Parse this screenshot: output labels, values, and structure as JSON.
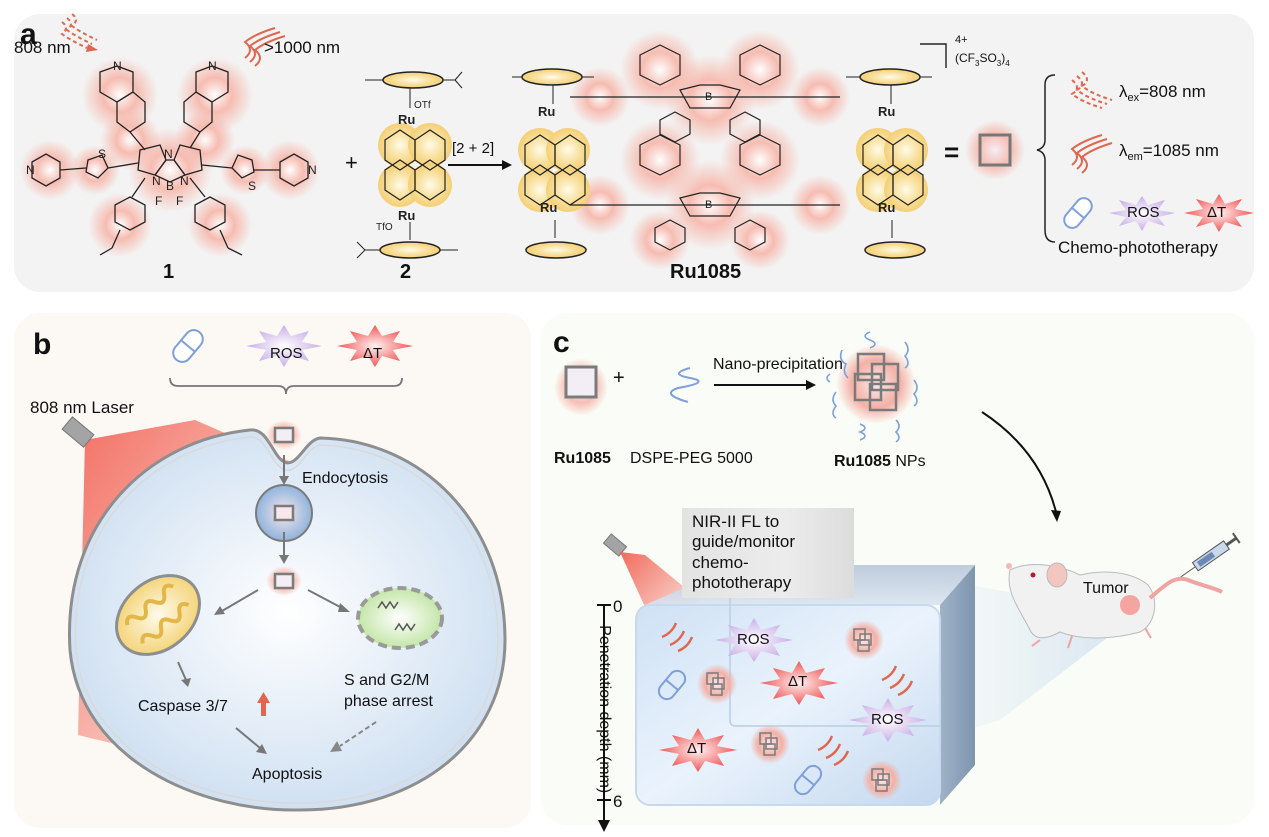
{
  "figure": {
    "panels": {
      "a": {
        "label": "a",
        "excitation_label": "808 nm",
        "emission_label": ">1000 nm",
        "compound_1_label": "1",
        "compound_2_label": "2",
        "product_label": "Ru1085",
        "reaction_label": "[2 + 2]",
        "plus": "+",
        "equals": "=",
        "charge": "4+",
        "counterion": "(CF3SO3)4−",
        "counterion_parts": {
          "base": "(CF",
          "s1": "3",
          "mid": "SO",
          "s2": "3",
          "close": ")",
          "sup": "−",
          "sub": "4"
        },
        "atoms": {
          "N": "N",
          "S": "S",
          "B": "B",
          "F": "F",
          "Ru": "Ru",
          "O": "O",
          "OTf": "OTf",
          "TfO": "TfO"
        },
        "properties": {
          "excitation": {
            "symbol": "λ",
            "sub": "ex",
            "value": "=808  nm"
          },
          "emission": {
            "symbol": "λ",
            "sub": "em",
            "value": "=1085  nm"
          }
        },
        "therapy_icons": [
          "drug-capsule",
          "ROS",
          "ΔT"
        ],
        "ros_label": "ROS",
        "heat_label": "ΔT",
        "therapy_label": "Chemo-phototherapy"
      },
      "b": {
        "label": "b",
        "ros_label": "ROS",
        "heat_label": "ΔT",
        "laser_label": "808  nm Laser",
        "endocytosis_label": "Endocytosis",
        "caspase_label": "Caspase  3/7",
        "arrest_line1": "S and G2/M",
        "arrest_line2": "phase  arrest",
        "apoptosis_label": "Apoptosis"
      },
      "c": {
        "label": "c",
        "reactant_1": "Ru1085",
        "reactant_2": "DSPE-PEG 5000",
        "plus": "+",
        "process_label": "Nano-precipitation",
        "product_bold": "Ru1085",
        "product_suffix": " NPs",
        "caption_line1": "NIR-II FL to guide/monitor",
        "caption_line2": "chemo-phototherapy",
        "depth_axis_label": "Penetration depth  (mm)",
        "depth_top": "0",
        "depth_bottom": "6",
        "ros_label": "ROS",
        "heat_label": "ΔT",
        "tumor_label": "Tumor"
      }
    },
    "colors": {
      "panel_a_bg": "#f3f3f3",
      "panel_b_bg": "#fcf9f5",
      "panel_c_bg": "#fafdf7",
      "glow_red": "#f4a093",
      "arrow_red": "#e0664f",
      "ros_purple": "#d6c0ec",
      "heat_red": "#f26a6a",
      "capsule_blue": "#7e9fd8",
      "cell_blue": "#d3e3f4",
      "membrane_gray": "#8e8e8e",
      "quinone_yellow": "#f7d98a"
    }
  }
}
